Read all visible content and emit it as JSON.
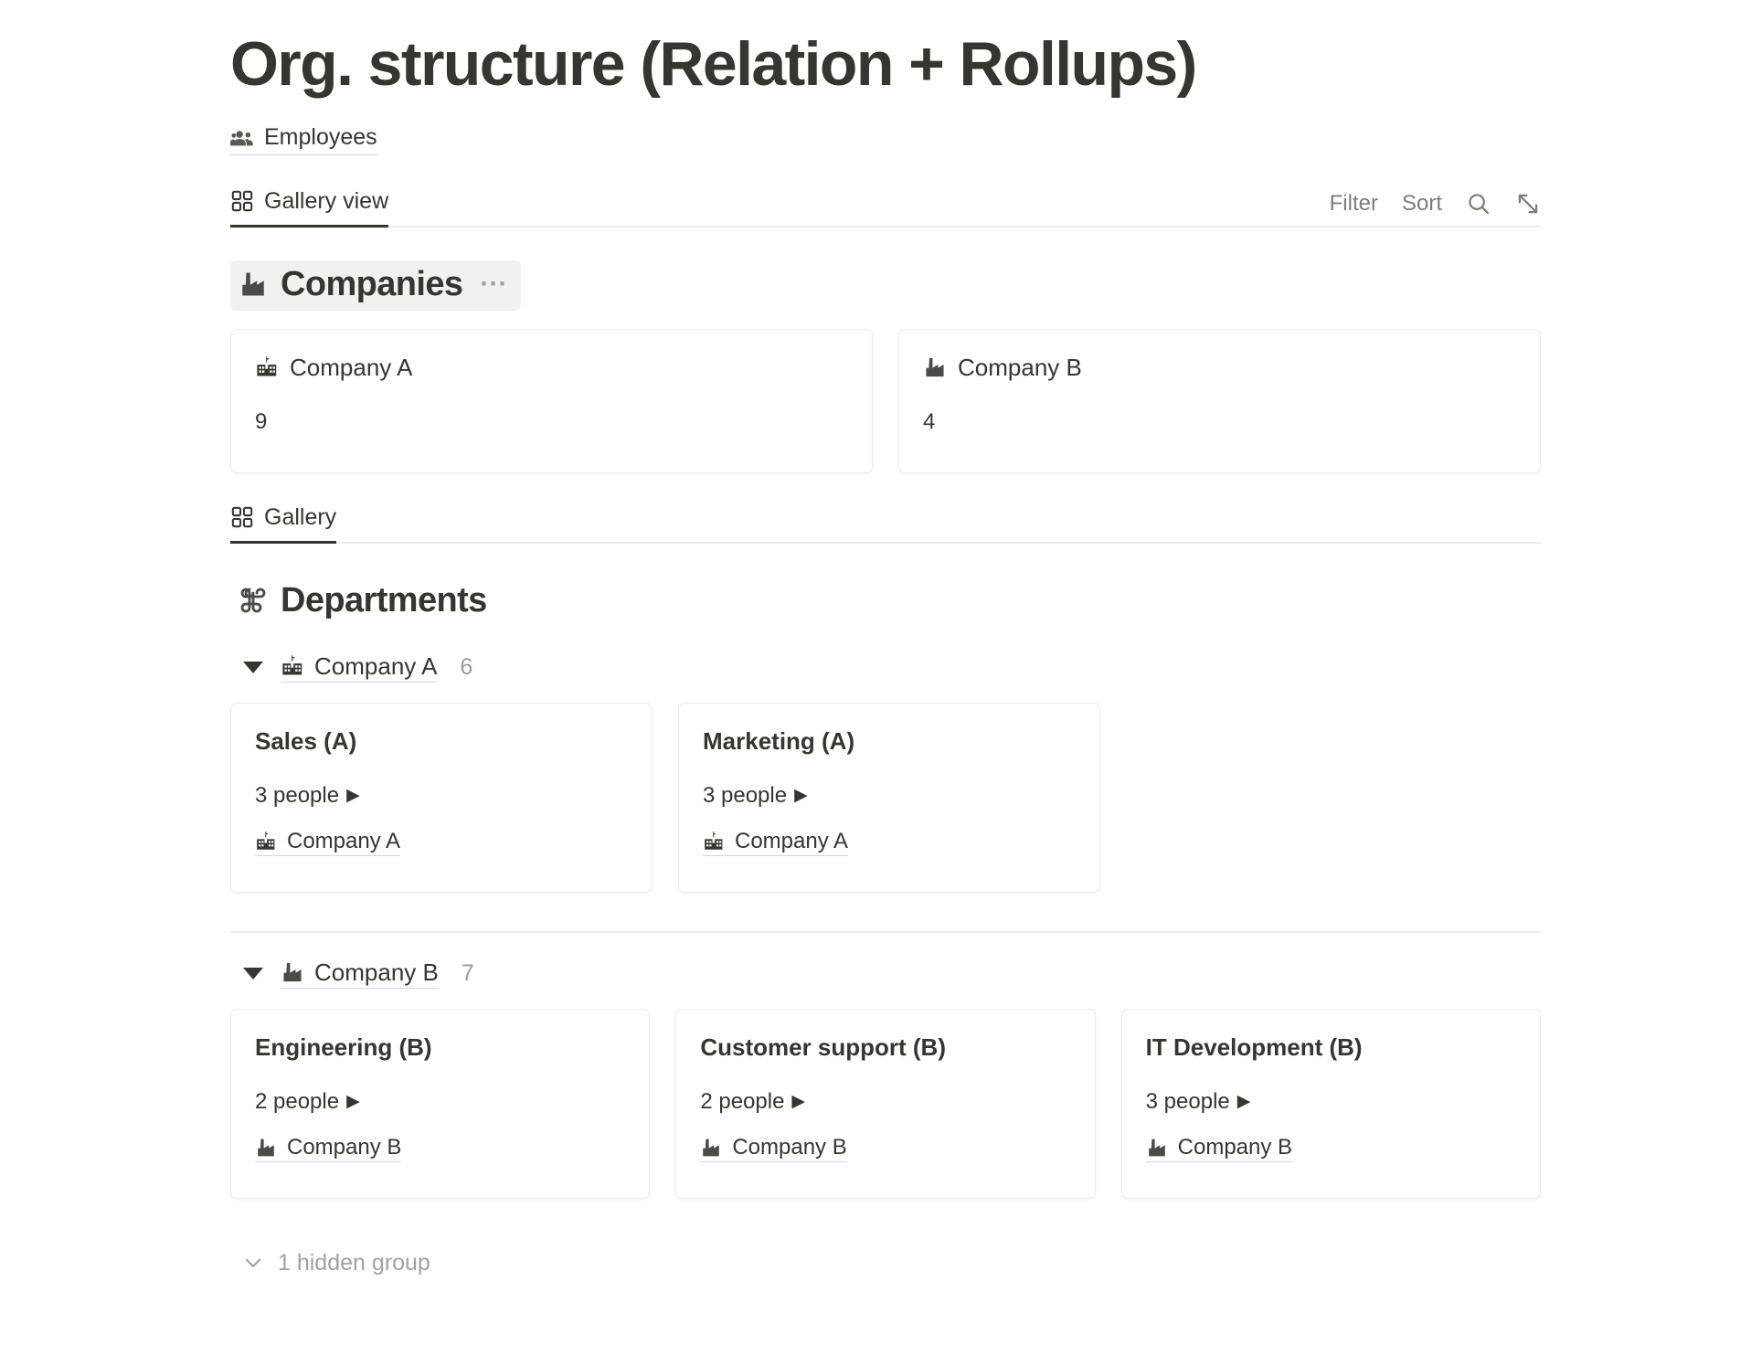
{
  "page": {
    "title": "Org. structure (Relation + Rollups)"
  },
  "source": {
    "icon": "people-group-icon",
    "label": "Employees"
  },
  "toolbar": {
    "view_tab": {
      "icon": "gallery-grid-icon",
      "label": "Gallery view"
    },
    "filter_label": "Filter",
    "sort_label": "Sort",
    "search_icon": "search-icon",
    "expand_icon": "expand-arrows-icon"
  },
  "companies_section": {
    "icon": "factory-icon",
    "title": "Companies",
    "menu": "⋯",
    "cards": [
      {
        "icon": "school-building-icon",
        "name": "Company A",
        "value": "9"
      },
      {
        "icon": "factory-icon",
        "name": "Company B",
        "value": "4"
      }
    ]
  },
  "gallery_tab": {
    "icon": "gallery-grid-icon",
    "label": "Gallery"
  },
  "departments_section": {
    "icon": "command-icon",
    "title": "Departments",
    "groups": [
      {
        "icon": "school-building-icon",
        "name": "Company A",
        "count": "6",
        "cards": [
          {
            "title": "Sales (A)",
            "people": "3 people",
            "arrow": "▶",
            "relation_icon": "school-building-icon",
            "relation": "Company A"
          },
          {
            "title": "Marketing (A)",
            "people": "3 people",
            "arrow": "▶",
            "relation_icon": "school-building-icon",
            "relation": "Company A"
          }
        ]
      },
      {
        "icon": "factory-icon",
        "name": "Company B",
        "count": "7",
        "cards": [
          {
            "title": "Engineering (B)",
            "people": "2 people",
            "arrow": "▶",
            "relation_icon": "factory-icon",
            "relation": "Company B"
          },
          {
            "title": "Customer support (B)",
            "people": "2 people",
            "arrow": "▶",
            "relation_icon": "factory-icon",
            "relation": "Company B"
          },
          {
            "title": "IT Development (B)",
            "people": "3 people",
            "arrow": "▶",
            "relation_icon": "factory-icon",
            "relation": "Company B"
          }
        ]
      }
    ]
  },
  "footer": {
    "hidden_group_label": "1 hidden group",
    "chevron_icon": "chevron-down-icon"
  },
  "colors": {
    "text": "#37352f",
    "muted": "#9b9a95",
    "border": "#ececeb",
    "highlight": "#f1f1ef"
  }
}
